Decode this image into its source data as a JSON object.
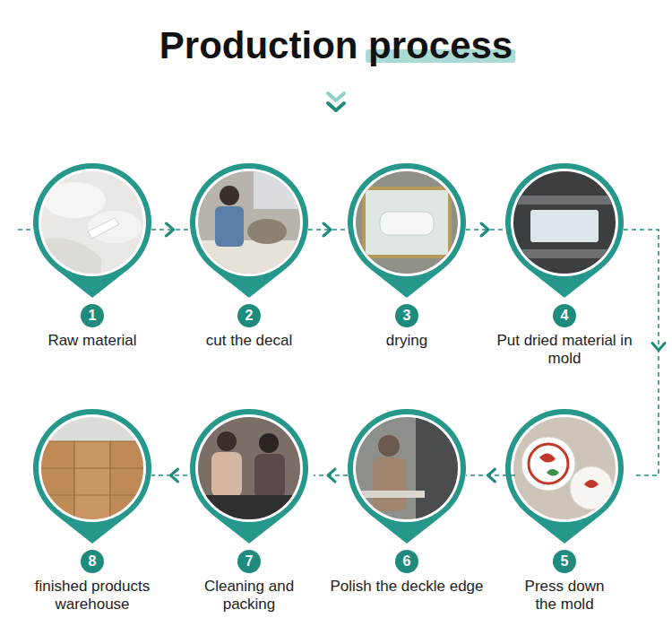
{
  "diagram": {
    "title": "Production process",
    "nodes": [
      {
        "text": [
          "1",
          "Raw material"
        ]
      },
      {
        "text": [
          "2",
          "cut the decal"
        ]
      },
      {
        "text": [
          "3",
          "drying"
        ]
      },
      {
        "text": [
          "4",
          "Put dried material in mold"
        ]
      },
      {
        "text": [
          "5",
          "Press down the mold"
        ]
      },
      {
        "text": [
          "6",
          "Polish the deckle edge"
        ]
      },
      {
        "text": [
          "7",
          "Cleaning and packing"
        ]
      },
      {
        "text": [
          "8",
          "finished products warehouse"
        ]
      }
    ],
    "edges": [
      {
        "from": 0,
        "to": 1,
        "arrow": "to"
      },
      {
        "from": 1,
        "to": 2,
        "arrow": "to"
      },
      {
        "from": 2,
        "to": 3,
        "arrow": "to"
      },
      {
        "from": 3,
        "to": 4,
        "arrow": "to"
      },
      {
        "from": 4,
        "to": 5,
        "arrow": "to"
      },
      {
        "from": 5,
        "to": 6,
        "arrow": "to"
      },
      {
        "from": 6,
        "to": 7,
        "arrow": "to"
      }
    ]
  }
}
